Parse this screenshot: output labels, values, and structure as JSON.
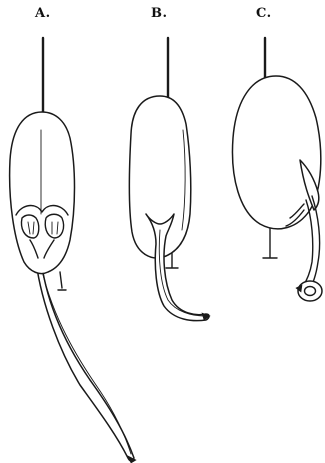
{
  "panels": [
    {
      "label": "A.",
      "subject": "seedling-front-view"
    },
    {
      "label": "B.",
      "subject": "seedling-side-view"
    },
    {
      "label": "C.",
      "subject": "seedling-coiled-radicle"
    }
  ],
  "colors": {
    "ink": "#1a1a1a",
    "background": "#ffffff"
  }
}
